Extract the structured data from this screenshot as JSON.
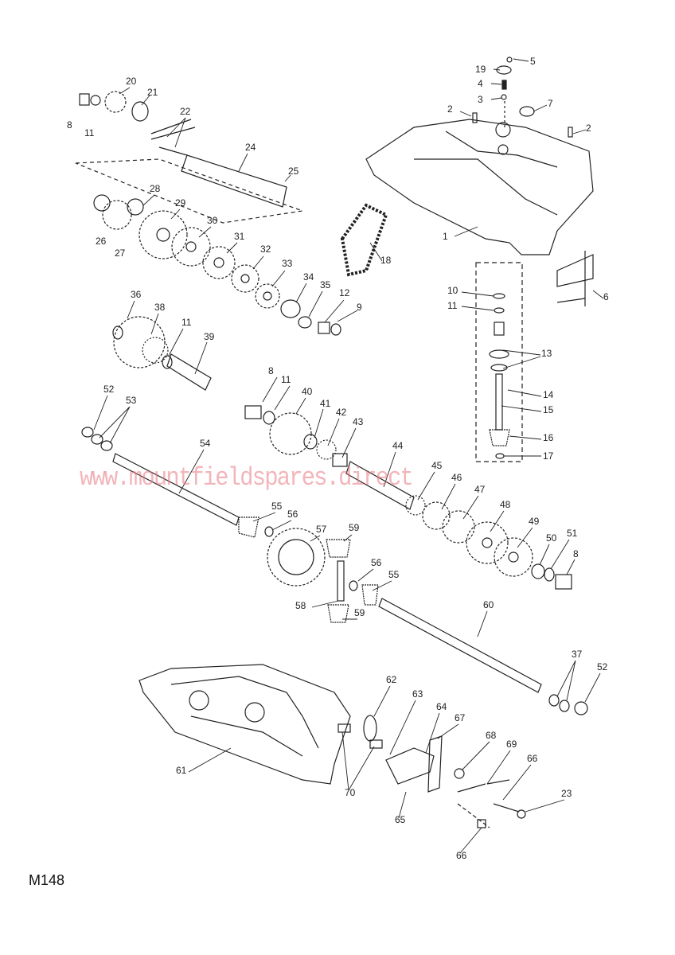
{
  "diagram": {
    "code": "M148",
    "watermark": "www.mountfieldspares.direct",
    "watermark_color": "#e87882",
    "part_labels": [
      "5",
      "19",
      "4",
      "3",
      "7",
      "2",
      "2",
      "1",
      "10",
      "11",
      "6",
      "13",
      "14",
      "15",
      "16",
      "17",
      "20",
      "21",
      "8",
      "11",
      "22",
      "24",
      "25",
      "28",
      "29",
      "26",
      "27",
      "30",
      "31",
      "32",
      "33",
      "34",
      "35",
      "12",
      "9",
      "18",
      "36",
      "38",
      "11",
      "39",
      "8",
      "11",
      "40",
      "41",
      "42",
      "43",
      "44",
      "45",
      "46",
      "47",
      "48",
      "49",
      "50",
      "51",
      "8",
      "52",
      "53",
      "54",
      "55",
      "56",
      "57",
      "59",
      "56",
      "55",
      "58",
      "59",
      "60",
      "37",
      "52",
      "62",
      "63",
      "64",
      "67",
      "68",
      "69",
      "66",
      "23",
      "61",
      "70",
      "65",
      "66"
    ]
  }
}
